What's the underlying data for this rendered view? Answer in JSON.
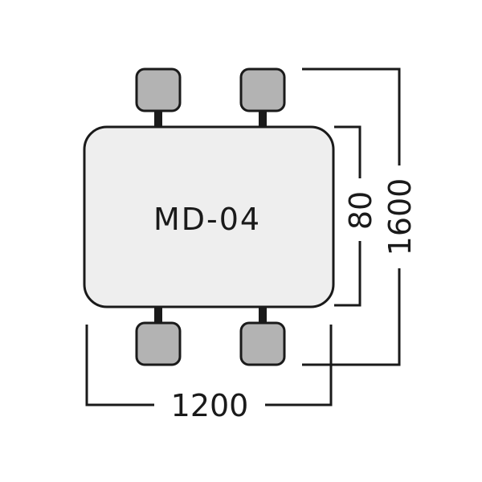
{
  "diagram": {
    "table_label": "MD-04",
    "dim_width": "1200",
    "dim_depth_table": "80",
    "dim_depth_total": "1600"
  },
  "colors": {
    "table_fill": "#eeeeee",
    "chair_fill": "#b3b3b3",
    "stroke": "#1a1a1a",
    "background": "#ffffff"
  }
}
